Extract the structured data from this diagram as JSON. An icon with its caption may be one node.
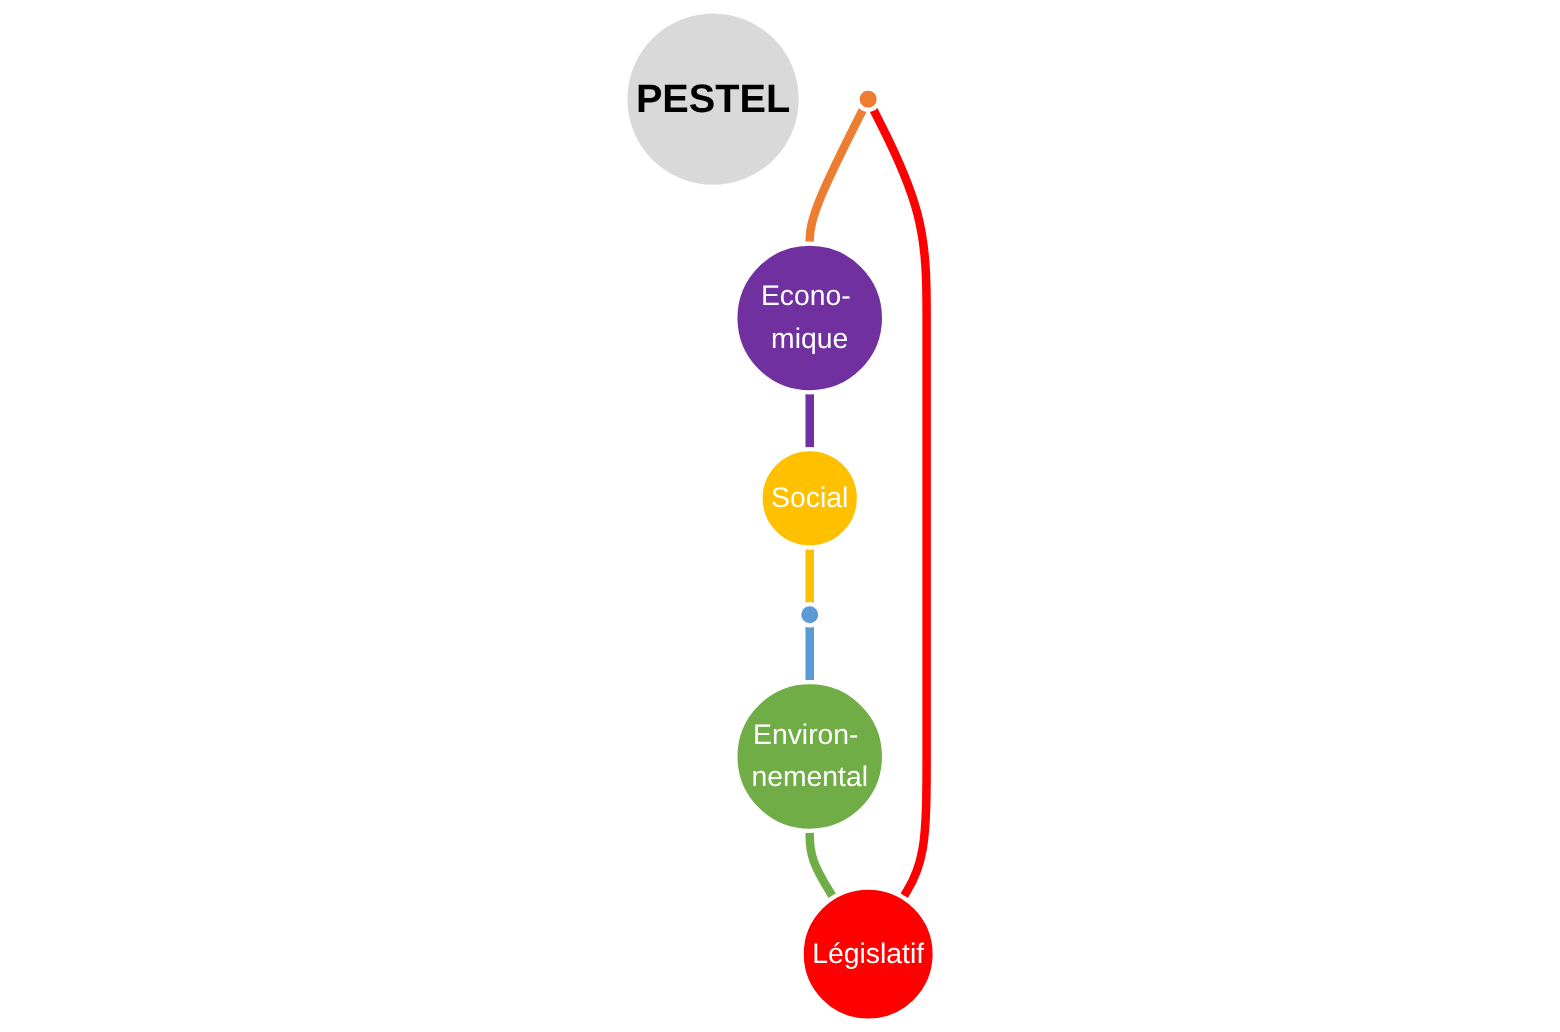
{
  "diagram": {
    "nodes": [
      {
        "text": [
          "PESTEL"
        ]
      },
      {
        "text": [],
        "shape": "circle"
      },
      {
        "text": [
          "Econo- mique"
        ]
      },
      {
        "text": [
          "Social"
        ]
      },
      {
        "text": [],
        "shape": "circle"
      },
      {
        "text": [
          "Environ- nemental"
        ]
      },
      {
        "text": [
          "Législatif"
        ]
      }
    ],
    "edges": [
      {
        "from": 1,
        "to": 2,
        "arrow": "none",
        "color": "#ed7d31"
      },
      {
        "from": 2,
        "to": 3,
        "arrow": "none",
        "color": "#7030a0"
      },
      {
        "from": 3,
        "to": 4,
        "arrow": "none",
        "color": "#ffc000"
      },
      {
        "from": 4,
        "to": 5,
        "arrow": "none",
        "color": "#5b9bd5"
      },
      {
        "from": 5,
        "to": 6,
        "arrow": "none",
        "color": "#70ad47"
      },
      {
        "from": 6,
        "to": 1,
        "arrow": "none",
        "color": "#ff0000"
      }
    ]
  }
}
